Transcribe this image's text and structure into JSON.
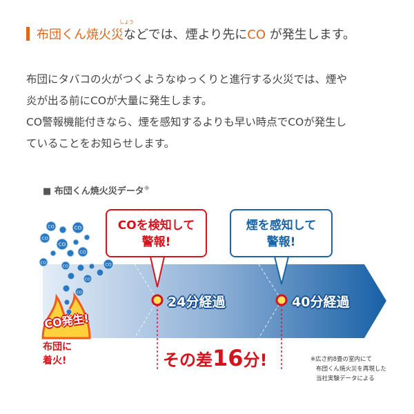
{
  "heading": {
    "orange_part": "布団くん焼火災",
    "ruby": "しょう",
    "mid": "などでは、煙より先に",
    "co": "CO",
    "tail": " が発生します。"
  },
  "paragraph": [
    "布団にタバコの火がつくようなゆっくりと進行する火災では、煙や",
    "炎が出る前にCOが大量に発生します。",
    "CO警報機能付きなら、煙を感知するよりも早い時点でCOが発生し",
    "ていることをお知らせします。"
  ],
  "section_label": "■ 布団くん焼火災データ",
  "section_mark": "※",
  "bubble_co": [
    "COを検知して",
    "警報!"
  ],
  "bubble_smoke": [
    "煙を感知して",
    "警報!"
  ],
  "time_co": "24分経過",
  "time_smoke": "40分経過",
  "co_badge": "CO発生!",
  "ignite": [
    "布団に",
    "着火!"
  ],
  "diff": {
    "prefix": "その差",
    "num": "16",
    "suffix": "分!"
  },
  "note": [
    "※広さ約8畳の室内にて",
    "布団くん焼火災を再現した",
    "当社実験データによる"
  ],
  "bubble_text": "CO",
  "colors": {
    "orange": "#e0661c",
    "red": "#d4141c",
    "blue": "#1a65a8"
  }
}
